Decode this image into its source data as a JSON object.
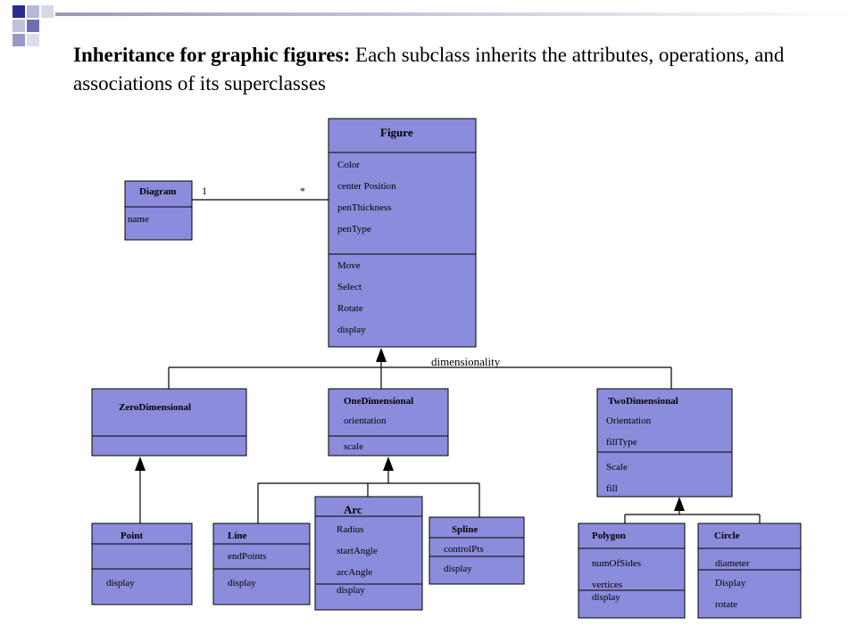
{
  "slide": {
    "title_bold": "Inheritance for graphic figures:",
    "title_rest": " Each subclass inherits the attributes, operations, and associations of its superclasses"
  },
  "colors": {
    "class_fill": "#8c8cdc",
    "stroke": "#000000",
    "header_bar": "#9a9ab8"
  },
  "classes": {
    "figure": {
      "name": "Figure",
      "attributes": [
        "Color",
        "center Position",
        "penThickness",
        "penType"
      ],
      "operations": [
        "Move",
        "Select",
        "Rotate",
        "display"
      ]
    },
    "diagram": {
      "name": "Diagram",
      "attributes": [
        "name"
      ],
      "operations": []
    },
    "zero_dimensional": {
      "name": "ZeroDimensional",
      "attributes": [],
      "operations": []
    },
    "one_dimensional": {
      "name": "OneDimensional",
      "attributes": [
        "orientation"
      ],
      "operations": [
        "scale"
      ]
    },
    "two_dimensional": {
      "name": "TwoDimensional",
      "attributes": [
        "Orientation",
        "fillType"
      ],
      "operations": [
        "Scale",
        "fill"
      ]
    },
    "point": {
      "name": "Point",
      "attributes": [],
      "operations": [
        "display"
      ]
    },
    "line": {
      "name": "Line",
      "attributes": [
        "endPoints"
      ],
      "operations": [
        "display"
      ]
    },
    "arc": {
      "name": "Arc",
      "attributes": [
        "Radius",
        "startAngle",
        "arcAngle"
      ],
      "operations": [
        "display"
      ]
    },
    "spline": {
      "name": "Spline",
      "attributes": [
        "controlPts"
      ],
      "operations": [
        "display"
      ]
    },
    "polygon": {
      "name": "Polygon",
      "attributes": [
        "numOfSides",
        "vertices"
      ],
      "operations": [
        "display"
      ]
    },
    "circle": {
      "name": "Circle",
      "attributes": [
        "diameter"
      ],
      "operations": [
        "Display",
        "rotate"
      ]
    }
  },
  "association": {
    "diagram_end": "1",
    "figure_end": "*"
  },
  "discriminator": "dimensionality"
}
